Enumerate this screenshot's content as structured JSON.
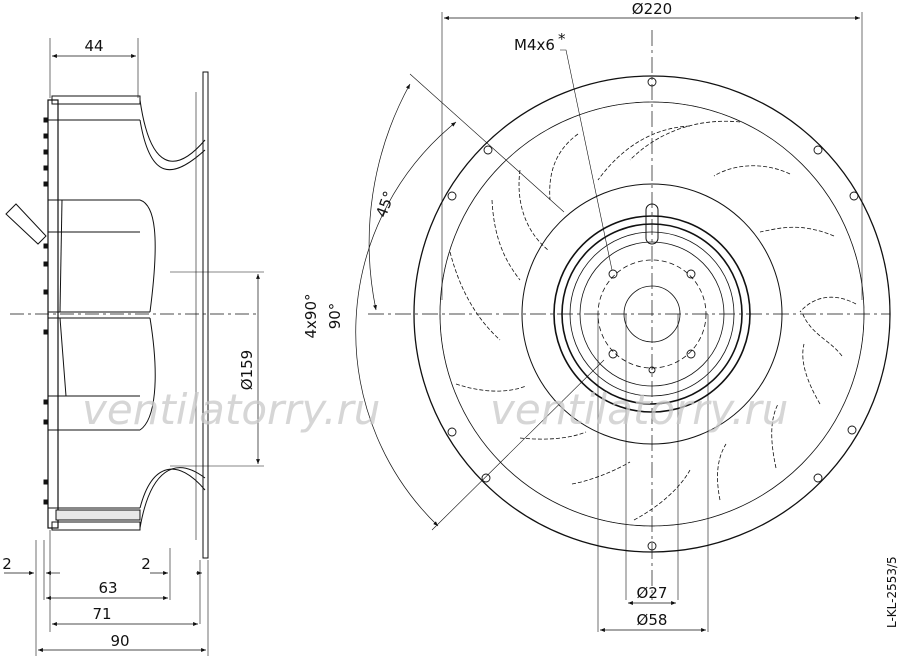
{
  "side_view": {
    "dim_44": "44",
    "dim_159": "Ø159",
    "dim_2_left": "2",
    "dim_2_right": "2",
    "dim_63": "63",
    "dim_71": "71",
    "dim_90": "90"
  },
  "front_view": {
    "dim_220": "Ø220",
    "thread": "M4x6",
    "thread_star": "*",
    "angle_45": "45°",
    "angle_4x90": "4x90°",
    "angle_90": "90°",
    "dim_27": "Ø27",
    "dim_58": "Ø58"
  },
  "watermark": [
    "ventilatorry.ru",
    "ventilatorry.ru"
  ],
  "drawing_code": "L-KL-2553/5",
  "colors": {
    "line": "#111111",
    "watermark": "#c9c9c9",
    "background": "#ffffff"
  }
}
